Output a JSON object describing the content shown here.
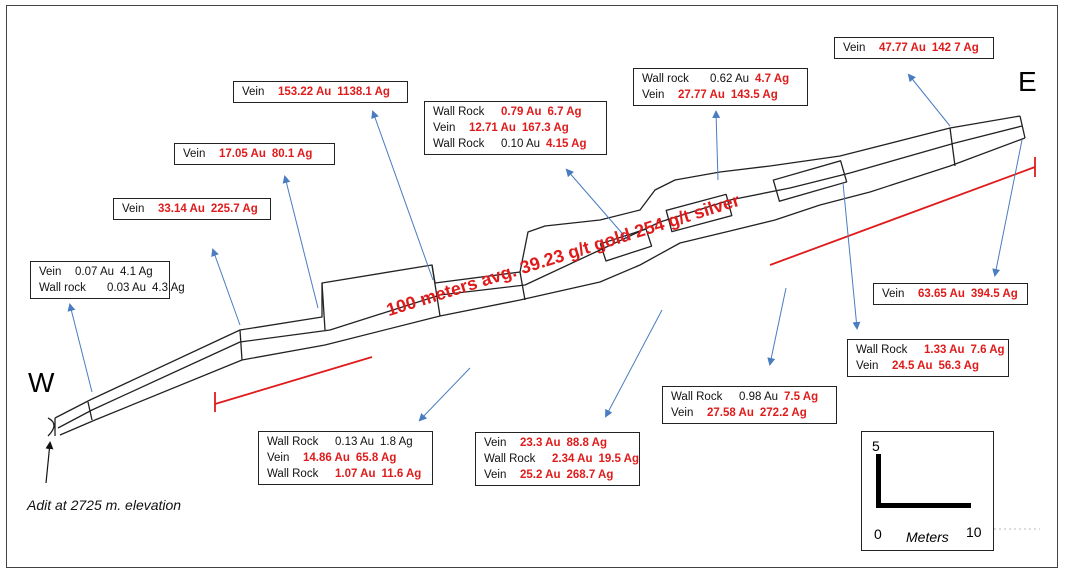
{
  "directions": {
    "west": "W",
    "east": "E"
  },
  "adit_label": "Adit at 2725 m. elevation",
  "average_text": "100 meters  avg.  39.23 g/t gold   254 g/t silver",
  "scale": {
    "top": "5",
    "zero": "0",
    "ten": "10",
    "unit": "Meters"
  },
  "colors": {
    "accent": "#e01b1b",
    "arrow": "#4a7cc0",
    "line": "#222222"
  },
  "labels": [
    {
      "rows": [
        {
          "name": "Vein",
          "au": "0.07 Au",
          "ag": "4.1 Ag",
          "red": false
        },
        {
          "name": "Wall rock",
          "au": "0.03 Au",
          "ag": "4.3 Ag",
          "red": false
        }
      ]
    },
    {
      "rows": [
        {
          "name": "Vein",
          "au": "33.14 Au",
          "ag": "225.7 Ag",
          "red": true
        }
      ]
    },
    {
      "rows": [
        {
          "name": "Vein",
          "au": "17.05 Au",
          "ag": "80.1 Ag",
          "red": true
        }
      ]
    },
    {
      "rows": [
        {
          "name": "Vein",
          "au": "153.22 Au",
          "ag": "1138.1 Ag",
          "red": true
        }
      ]
    },
    {
      "rows": [
        {
          "name": "Wall Rock",
          "au": "0.79 Au",
          "ag": "6.7 Ag",
          "red": true
        },
        {
          "name": "Vein",
          "au": "12.71 Au",
          "ag": "167.3 Ag",
          "red": true
        },
        {
          "name": "Wall Rock",
          "au": "0.10 Au",
          "ag": "4.15 Ag",
          "red": false,
          "ag_red": true
        }
      ]
    },
    {
      "rows": [
        {
          "name": "Wall rock",
          "au": "0.62 Au",
          "ag": "4.7 Ag",
          "red": false,
          "ag_red": true
        },
        {
          "name": "Vein",
          "au": "27.77 Au",
          "ag": "143.5 Ag",
          "red": true
        }
      ]
    },
    {
      "rows": [
        {
          "name": "Vein",
          "au": "47.77 Au",
          "ag": "142 7 Ag",
          "red": true
        }
      ]
    },
    {
      "rows": [
        {
          "name": "Vein",
          "au": "63.65 Au",
          "ag": "394.5 Ag",
          "red": true
        }
      ]
    },
    {
      "rows": [
        {
          "name": "Wall Rock",
          "au": "1.33 Au",
          "ag": "7.6 Ag",
          "red": true
        },
        {
          "name": "Vein",
          "au": "24.5 Au",
          "ag": "56.3 Ag",
          "red": true
        }
      ]
    },
    {
      "rows": [
        {
          "name": "Wall Rock",
          "au": "0.98 Au",
          "ag": "7.5 Ag",
          "red": false,
          "ag_red": true
        },
        {
          "name": "Vein",
          "au": "27.58 Au",
          "ag": "272.2 Ag",
          "red": true
        }
      ]
    },
    {
      "rows": [
        {
          "name": "Vein",
          "au": "23.3 Au",
          "ag": "88.8 Ag",
          "red": true
        },
        {
          "name": "Wall Rock",
          "au": "2.34 Au",
          "ag": "19.5 Ag",
          "red": true
        },
        {
          "name": "Vein",
          "au": "25.2 Au",
          "ag": "268.7 Ag",
          "red": true
        }
      ]
    },
    {
      "rows": [
        {
          "name": "Wall Rock",
          "au": "0.13 Au",
          "ag": "1.8 Ag",
          "red": false
        },
        {
          "name": "Vein",
          "au": "14.86 Au",
          "ag": "65.8 Ag",
          "red": true
        },
        {
          "name": "Wall Rock",
          "au": "1.07 Au",
          "ag": "11.6 Ag",
          "red": true
        }
      ]
    }
  ]
}
